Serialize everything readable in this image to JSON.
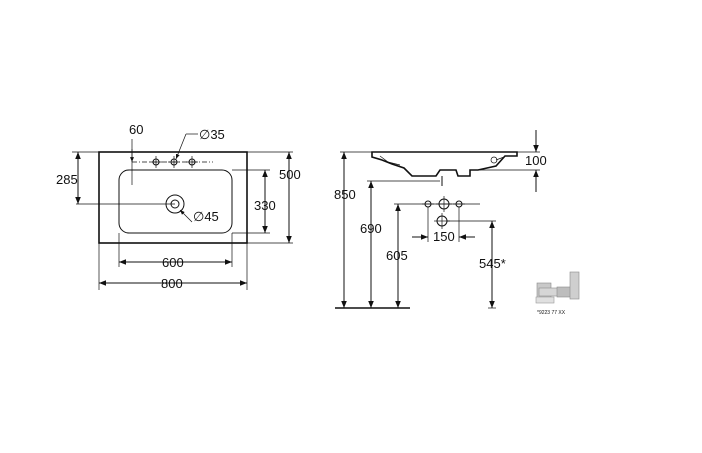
{
  "plan_view": {
    "dim_60": "60",
    "dim_tap_hole": "∅35",
    "dim_285": "285",
    "dim_500": "500",
    "dim_330": "330",
    "dim_waste": "∅45",
    "dim_600": "600",
    "dim_800": "800"
  },
  "side_view": {
    "dim_100": "100",
    "dim_850": "850",
    "dim_690": "690",
    "dim_150": "150",
    "dim_605": "605",
    "dim_545": "545*"
  },
  "accessory": {
    "code": "*9223 77 XX"
  },
  "colors": {
    "line": "#111111",
    "background": "#ffffff"
  }
}
